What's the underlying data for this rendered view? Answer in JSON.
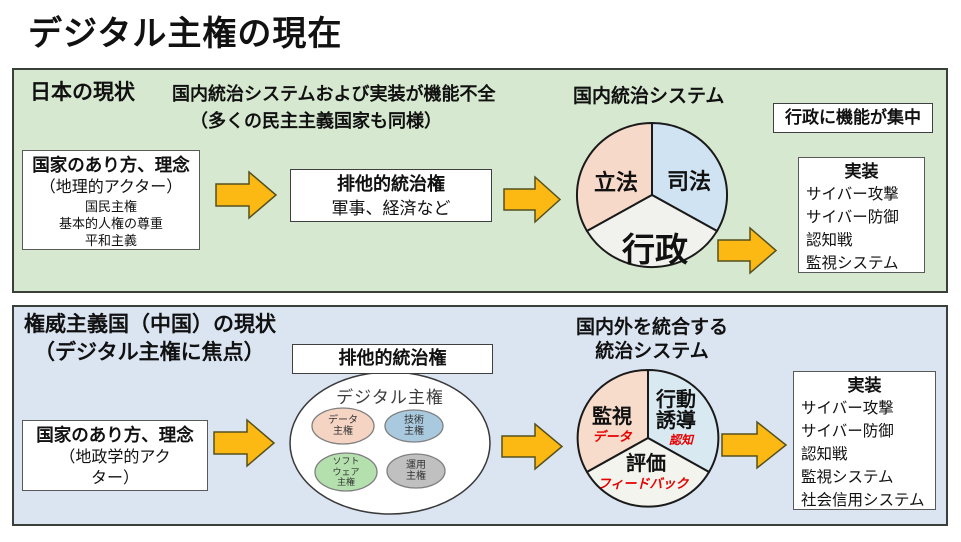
{
  "page_title": "デジタル主権の現在",
  "colors": {
    "panel_japan_bg": "#d7e8d0",
    "panel_china_bg": "#dbe5f2",
    "arrow_fill": "#fdb913",
    "red_label": "#e60000"
  },
  "panel_japan": {
    "heading": "日本の現状",
    "subtitle_line1": "国内統治システムおよび実装が機能不全",
    "subtitle_line2": "（多くの民主主義国家も同様）",
    "ideals_box": {
      "title": "国家のあり方、理念",
      "subtitle": "（地理的アクター）",
      "items": [
        "国民主権",
        "基本的人権の尊重",
        "平和主義"
      ]
    },
    "exclusive_box": {
      "title": "排他的統治権",
      "subtitle": "軍事、経済など"
    },
    "pie": {
      "title": "国内統治システム",
      "slices": [
        {
          "label": "立法",
          "color": "#f7d9ca"
        },
        {
          "label": "司法",
          "color": "#cfe3f2"
        },
        {
          "label": "行政",
          "color": "#f1f1ed"
        }
      ]
    },
    "note_box": "行政に機能が集中",
    "impl_box": {
      "title": "実装",
      "items": [
        "サイバー攻撃",
        "サイバー防御",
        "認知戦",
        "監視システム"
      ]
    }
  },
  "panel_china": {
    "heading": "権威主義国（中国）の現状",
    "subheading": "（デジタル主権に焦点）",
    "ideals_box": {
      "title": "国家のあり方、理念",
      "subtitle_line1": "（地政学的アク",
      "subtitle_line2": "ター）"
    },
    "exclusive_box_title": "排他的統治権",
    "digital_sovereignty": {
      "label": "デジタル主権",
      "bubbles": [
        {
          "label_lines": [
            "データ",
            "主権"
          ],
          "color": "#f5d4c4"
        },
        {
          "label_lines": [
            "技術",
            "主権"
          ],
          "color": "#a9cade"
        },
        {
          "label_lines": [
            "ソフト",
            "ウェア",
            "主権"
          ],
          "color": "#b4e0ae"
        },
        {
          "label_lines": [
            "運用",
            "主権"
          ],
          "color": "#c0c0c0"
        }
      ]
    },
    "pie": {
      "title_line1": "国内外を統合する",
      "title_line2": "統治システム",
      "slices": [
        {
          "label_lines": [
            "監視"
          ],
          "sublabel": "データ",
          "color": "#f7dbcb"
        },
        {
          "label_lines": [
            "行動",
            "誘導"
          ],
          "sublabel": "認知",
          "color": "#d9e9f2"
        },
        {
          "label_lines": [
            "評価"
          ],
          "sublabel": "フィードバック",
          "color": "#f4f4ee"
        }
      ]
    },
    "impl_box": {
      "title": "実装",
      "items": [
        "サイバー攻撃",
        "サイバー防御",
        "認知戦",
        "監視システム",
        "社会信用システム"
      ]
    }
  }
}
